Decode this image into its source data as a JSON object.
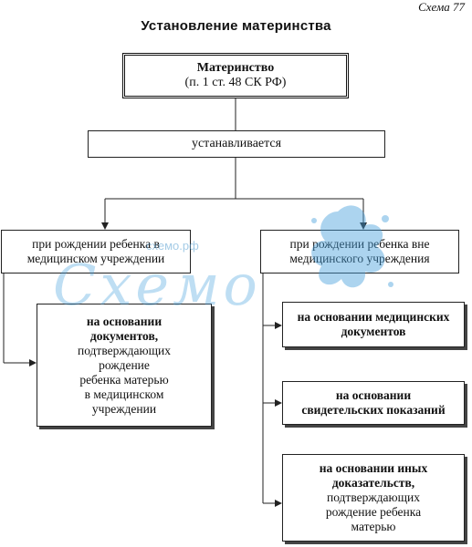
{
  "scheme_label": "Схема 77",
  "title": "Установление материнства",
  "main": {
    "line1": "Материнство",
    "line2": "(п. 1 ст. 48 СК РФ)"
  },
  "established": "устанавливается",
  "left_branch": {
    "line1": "при рождении ребенка в",
    "line2": "медицинском учреждении"
  },
  "right_branch": {
    "line1": "при рождении ребенка вне",
    "line2": "медицинского учреждения"
  },
  "left_basis": {
    "bold_line1": "на основании",
    "bold_line2": "документов,",
    "line3": "подтверждающих",
    "line4": "рождение",
    "line5": "ребенка матерью",
    "line6": "в медицинском",
    "line7": "учреждении"
  },
  "right_bases": [
    {
      "line1": "на основании медицинских",
      "line2": "документов"
    },
    {
      "line1": "на основании",
      "line2": "свидетельских показаний"
    },
    {
      "bold_line1": "на основании иных",
      "bold_line2": "доказательств,",
      "line3": "подтверждающих",
      "line4": "рождение ребенка",
      "line5": "матерью"
    }
  ],
  "watermark": {
    "text": "Схемо",
    "url": "схемо.рф"
  },
  "colors": {
    "line": "#222222",
    "watermark": "#46a0dc"
  }
}
